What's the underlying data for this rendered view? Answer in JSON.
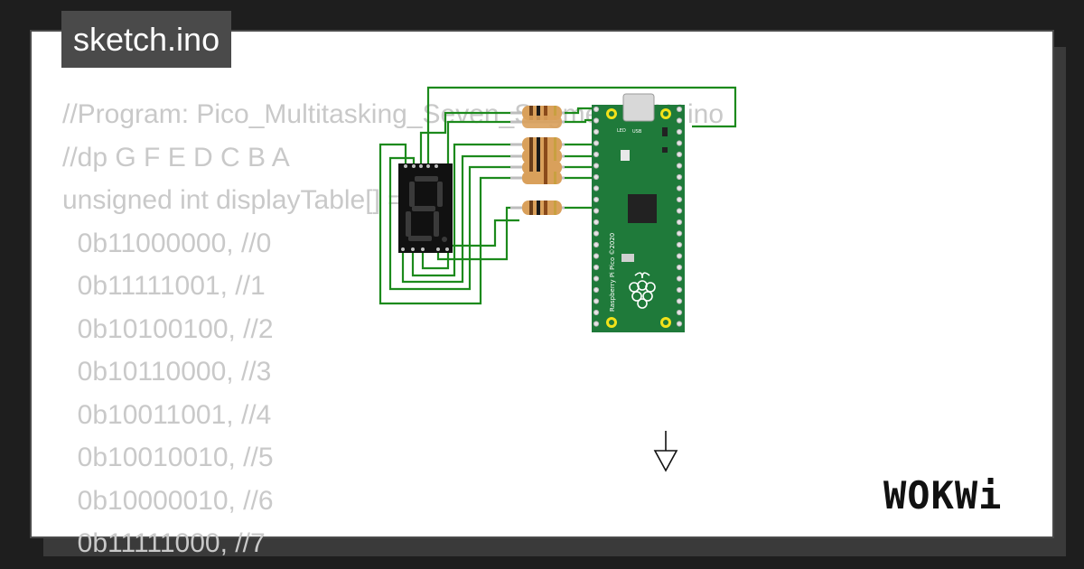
{
  "file_tab": {
    "label": "sketch.ino"
  },
  "code_lines": [
    "//Program: Pico_Multitasking_Seven_Segment_SW.ino",
    "//dp G F E D C B A",
    "unsigned int displayTable[] = {",
    "  0b11000000, //0",
    "  0b11111001, //1",
    "  0b10100100, //2",
    "  0b10110000, //3",
    "  0b10011001, //4",
    "  0b10010010, //5",
    "  0b10000010, //6",
    "  0b11111000, //7"
  ],
  "board": {
    "name_label": "Raspberry Pi Pico ©2020",
    "usb_label": "USB",
    "led_label": "LED"
  },
  "brand": {
    "logo": "WOKWi"
  },
  "colors": {
    "wire": "#1c8a1c",
    "board": "#1f7a3a",
    "resistor": "#d9a05b"
  }
}
